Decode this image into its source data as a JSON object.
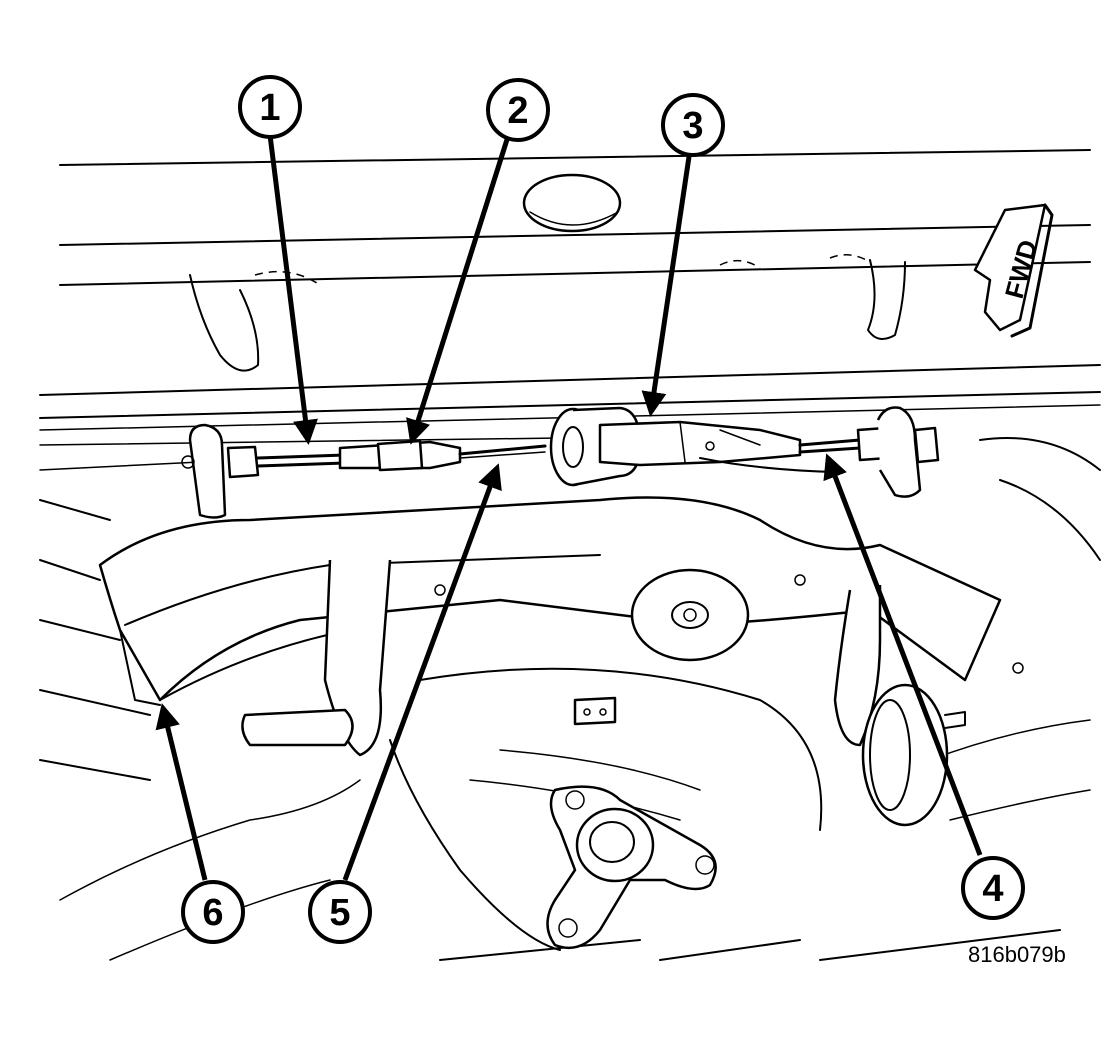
{
  "figure": {
    "id_label": "816b079b",
    "direction_label": "FWD"
  },
  "callouts": [
    {
      "number": "1"
    },
    {
      "number": "2"
    },
    {
      "number": "3"
    },
    {
      "number": "4"
    },
    {
      "number": "5"
    },
    {
      "number": "6"
    }
  ]
}
